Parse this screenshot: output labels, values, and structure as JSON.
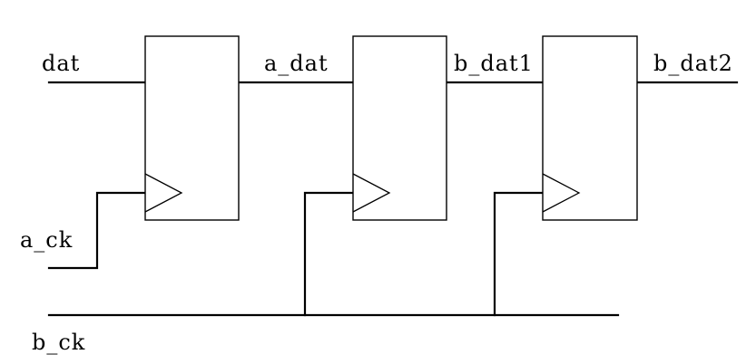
{
  "diagram": {
    "signals": {
      "dat": "dat",
      "a_dat": "a_dat",
      "b_dat1": "b_dat1",
      "b_dat2": "b_dat2",
      "a_ck": "a_ck",
      "b_ck": "b_ck"
    },
    "flip_flops": [
      {
        "input": "dat",
        "output": "a_dat",
        "clock": "a_ck"
      },
      {
        "input": "a_dat",
        "output": "b_dat1",
        "clock": "b_ck"
      },
      {
        "input": "b_dat1",
        "output": "b_dat2",
        "clock": "b_ck"
      }
    ]
  }
}
